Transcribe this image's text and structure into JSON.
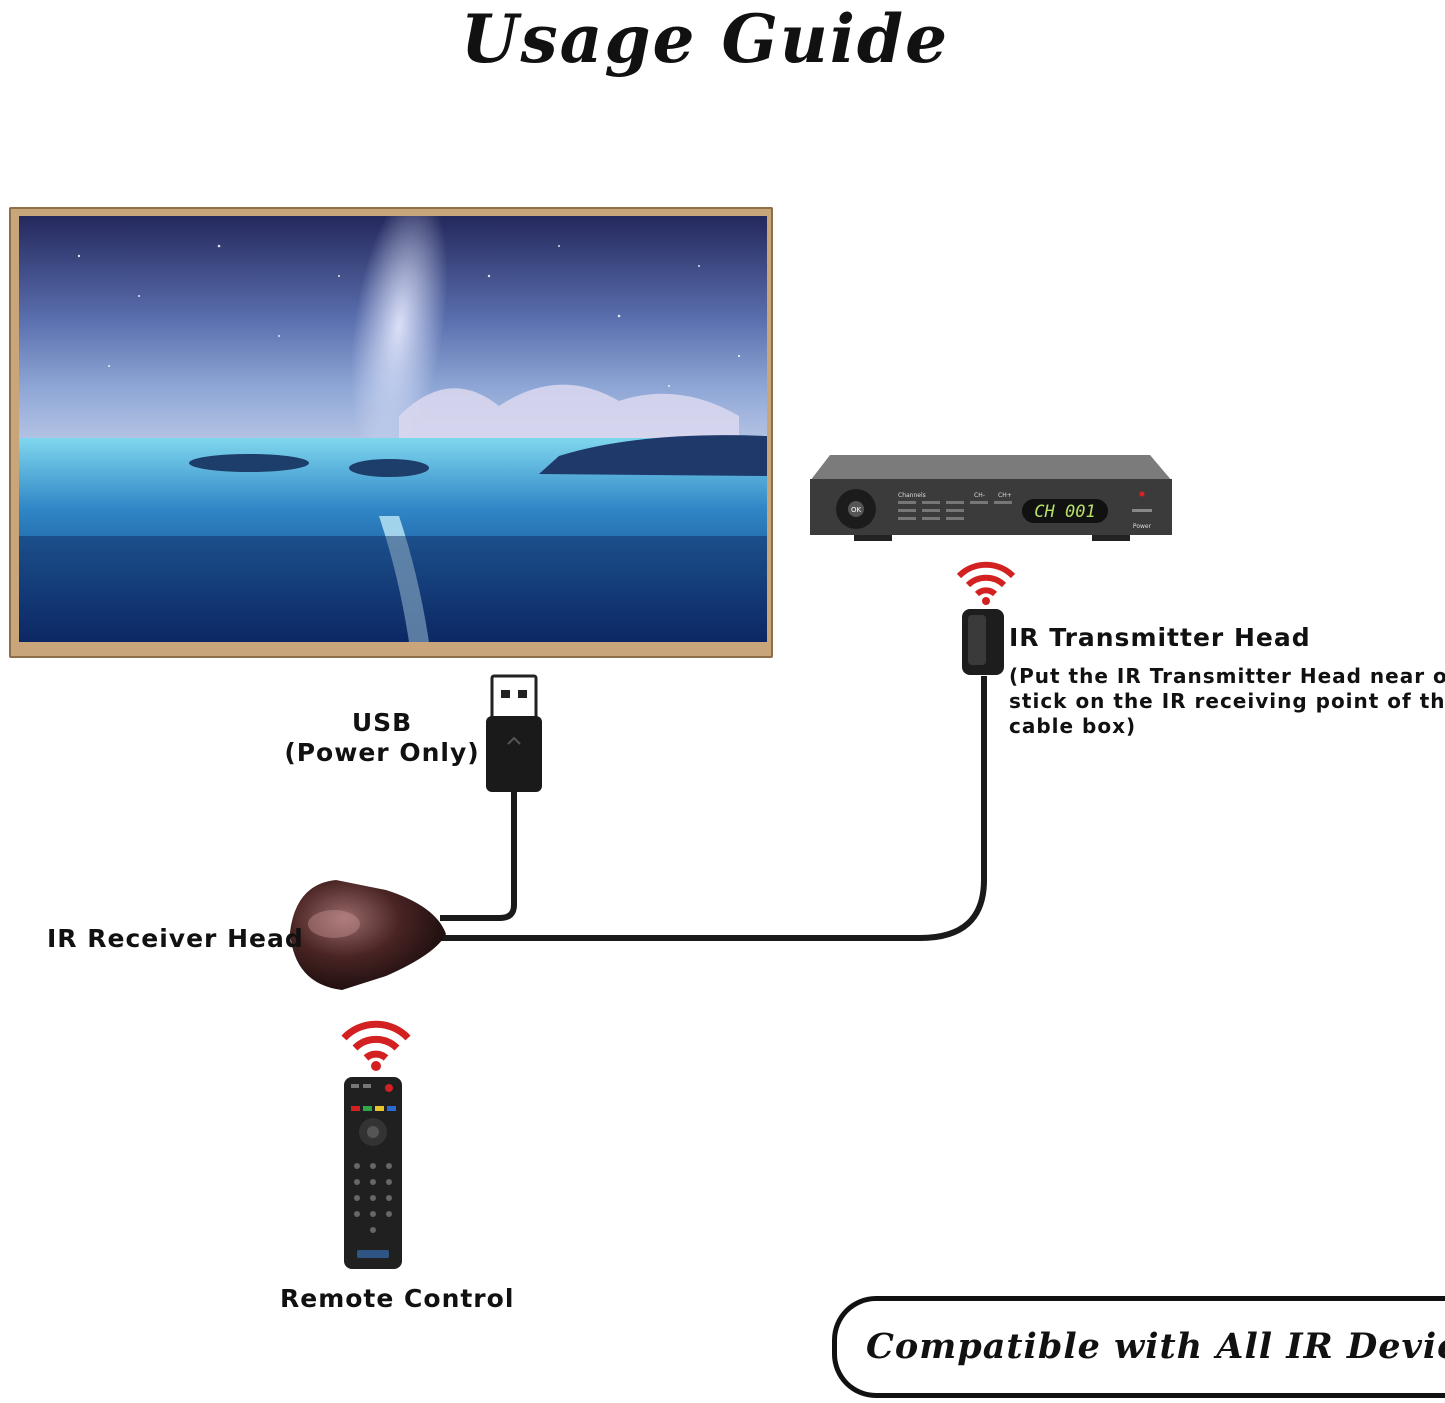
{
  "title": "Usage Guide",
  "cable_box": {
    "channel_display": "CH 001",
    "channels_label": "Channels",
    "ch_minus": "CH-",
    "ch_plus": "CH+",
    "power_label": "Power",
    "ok_label": "OK"
  },
  "labels": {
    "ir_transmitter": "IR Transmitter Head",
    "ir_transmitter_note_1": "(Put the IR Transmitter Head near or",
    "ir_transmitter_note_2": "stick on the IR receiving point of the",
    "ir_transmitter_note_3": "cable box)",
    "usb_line1": "USB",
    "usb_line2": "(Power Only)",
    "ir_receiver": "IR Receiver Head",
    "remote_control": "Remote Control"
  },
  "badge": {
    "text": "Compatible with All IR Devices"
  },
  "icons": [
    "tv-screen-image",
    "cable-box-icon",
    "ir-signal-icon",
    "ir-transmitter-icon",
    "usb-plug-icon",
    "ir-receiver-icon",
    "remote-control-icon"
  ],
  "colors": {
    "signal": "#d32020",
    "cable": "#1a1a1a",
    "tv_frame": "#c8a57a",
    "display_green": "#b6e06a"
  }
}
